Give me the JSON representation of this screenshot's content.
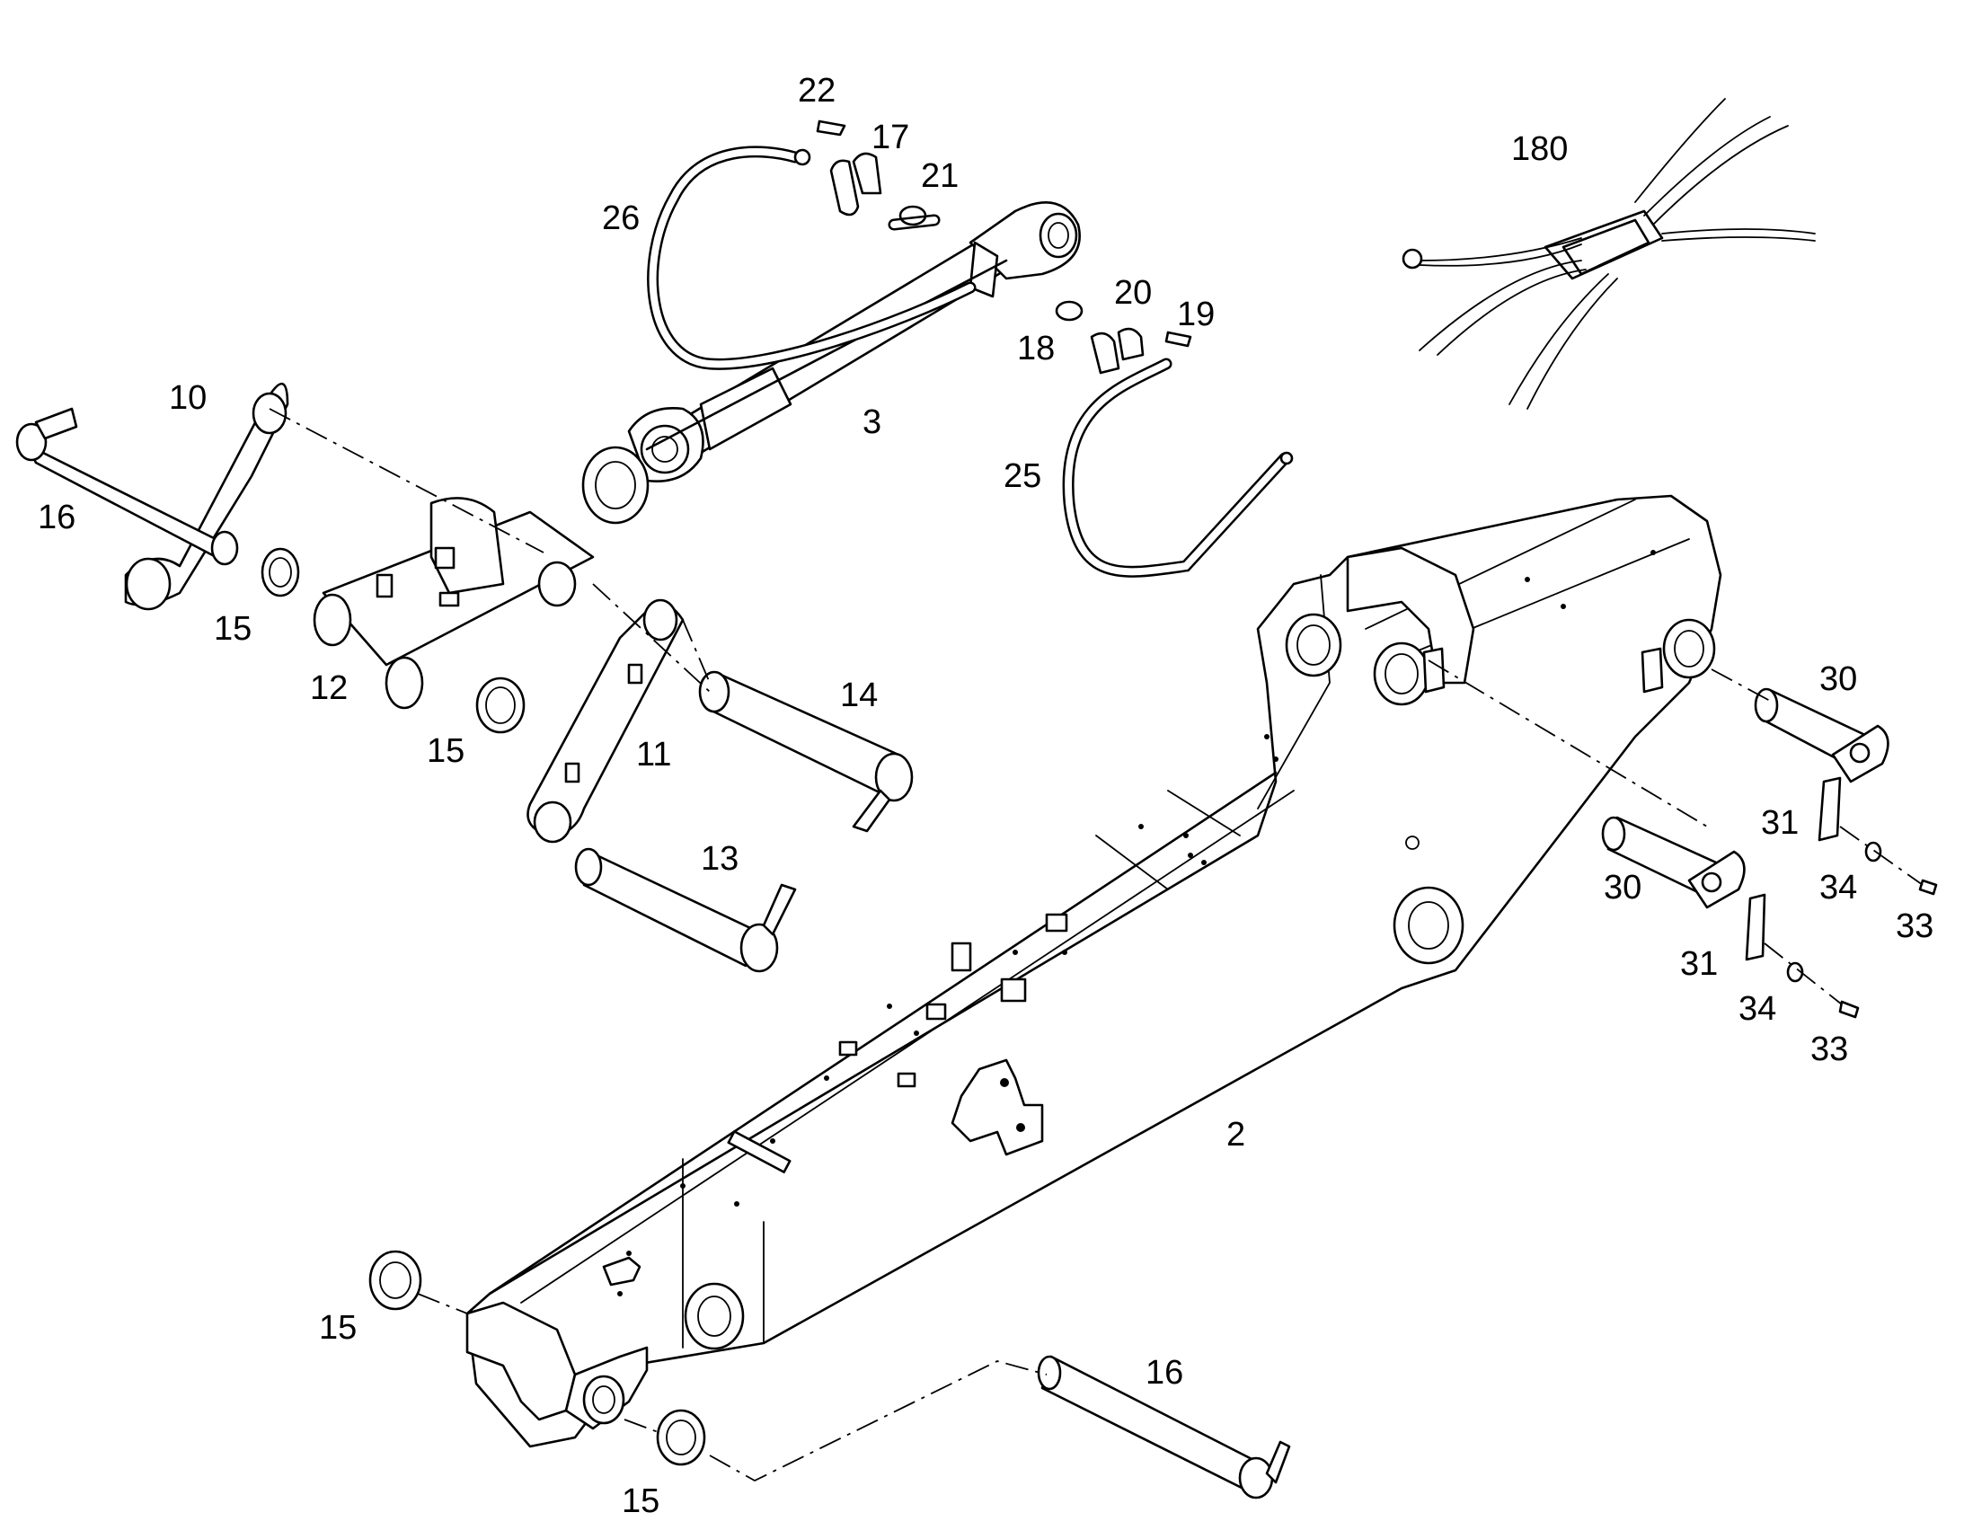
{
  "callouts": {
    "c2": "2",
    "c3": "3",
    "c10": "10",
    "c11": "11",
    "c12": "12",
    "c13": "13",
    "c14": "14",
    "c15a": "15",
    "c15b": "15",
    "c15c": "15",
    "c15d": "15",
    "c16a": "16",
    "c16b": "16",
    "c17": "17",
    "c18": "18",
    "c19": "19",
    "c20": "20",
    "c21": "21",
    "c22": "22",
    "c25": "25",
    "c26": "26",
    "c30a": "30",
    "c30b": "30",
    "c31a": "31",
    "c31b": "31",
    "c33a": "33",
    "c33b": "33",
    "c34a": "34",
    "c34b": "34",
    "c180": "180"
  }
}
